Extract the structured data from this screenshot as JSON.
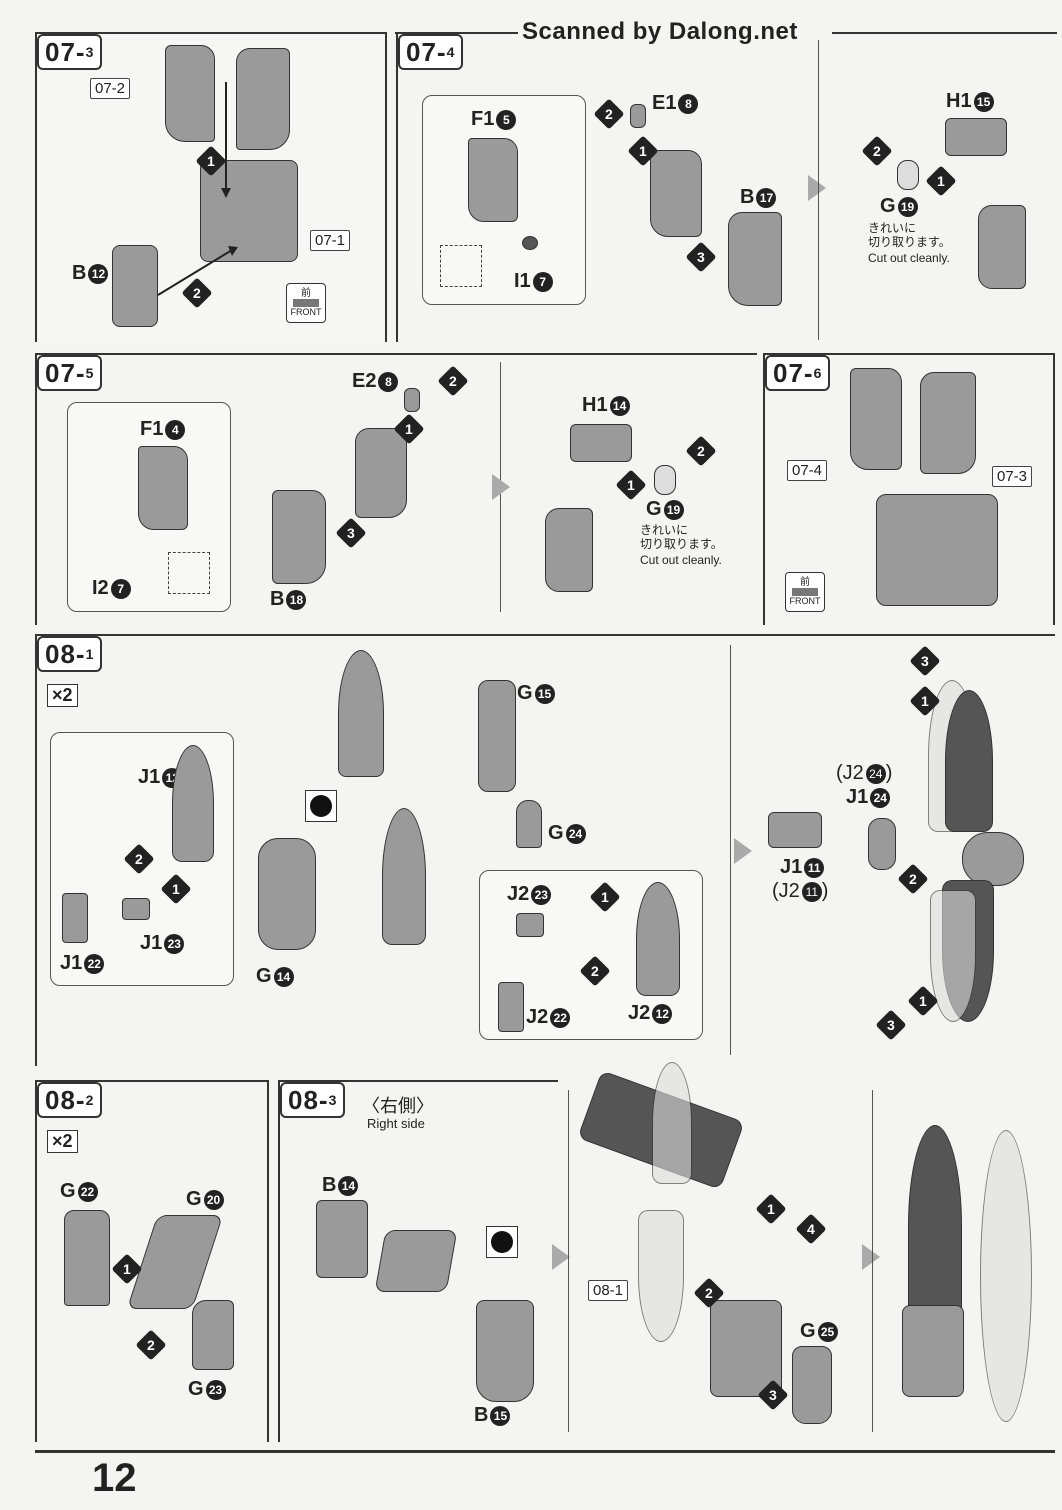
{
  "header": {
    "watermark": "Scanned by Dalong.net"
  },
  "page_number": "12",
  "steps": {
    "s07_3": {
      "code": "07-",
      "sub": "3",
      "refs": [
        "07-2",
        "07-1"
      ],
      "parts": [
        {
          "label": "B",
          "num": "12"
        }
      ],
      "front": {
        "kanji": "前",
        "label": "FRONT"
      }
    },
    "s07_4": {
      "code": "07-",
      "sub": "4",
      "parts": [
        {
          "label": "F1",
          "num": "5"
        },
        {
          "label": "E1",
          "num": "8"
        },
        {
          "label": "B",
          "num": "17"
        },
        {
          "label": "I1",
          "num": "7"
        },
        {
          "label": "H1",
          "num": "15"
        },
        {
          "label": "G",
          "num": "19"
        }
      ],
      "note_jp": "きれいに\n切り取ります。",
      "note_en": "Cut out cleanly."
    },
    "s07_5": {
      "code": "07-",
      "sub": "5",
      "parts": [
        {
          "label": "E2",
          "num": "8"
        },
        {
          "label": "F1",
          "num": "4"
        },
        {
          "label": "B",
          "num": "18"
        },
        {
          "label": "I2",
          "num": "7"
        },
        {
          "label": "H1",
          "num": "14"
        },
        {
          "label": "G",
          "num": "19"
        }
      ],
      "note_jp": "きれいに\n切り取ります。",
      "note_en": "Cut out cleanly."
    },
    "s07_6": {
      "code": "07-",
      "sub": "6",
      "refs": [
        "07-4",
        "07-3"
      ],
      "front": {
        "kanji": "前",
        "label": "FRONT"
      }
    },
    "s08_1": {
      "code": "08-",
      "sub": "1",
      "multiplier": "×2",
      "parts": [
        {
          "label": "G",
          "num": "15"
        },
        {
          "label": "J1",
          "num": "12"
        },
        {
          "label": "G",
          "num": "24"
        },
        {
          "label": "J1",
          "num": "23"
        },
        {
          "label": "J1",
          "num": "22"
        },
        {
          "label": "G",
          "num": "14"
        },
        {
          "label": "J2",
          "num": "23"
        },
        {
          "label": "J2",
          "num": "22"
        },
        {
          "label": "J2",
          "num": "12"
        },
        {
          "label": "(J2",
          "num": "24",
          "close": ")"
        },
        {
          "label": "J1",
          "num": "24"
        },
        {
          "label": "J1",
          "num": "11"
        },
        {
          "label": "(J2",
          "num": "11",
          "close": ")"
        }
      ]
    },
    "s08_2": {
      "code": "08-",
      "sub": "2",
      "multiplier": "×2",
      "parts": [
        {
          "label": "G",
          "num": "22"
        },
        {
          "label": "G",
          "num": "20"
        },
        {
          "label": "G",
          "num": "23"
        }
      ]
    },
    "s08_3": {
      "code": "08-",
      "sub": "3",
      "side_jp": "〈右側〉",
      "side_en": "Right side",
      "refs": [
        "08-1"
      ],
      "parts": [
        {
          "label": "B",
          "num": "14"
        },
        {
          "label": "B",
          "num": "15"
        },
        {
          "label": "G",
          "num": "25"
        }
      ]
    }
  },
  "colors": {
    "outline": "#333333",
    "part_gray": "#9a9a9a",
    "arrow_gray": "#aaaaaa"
  }
}
